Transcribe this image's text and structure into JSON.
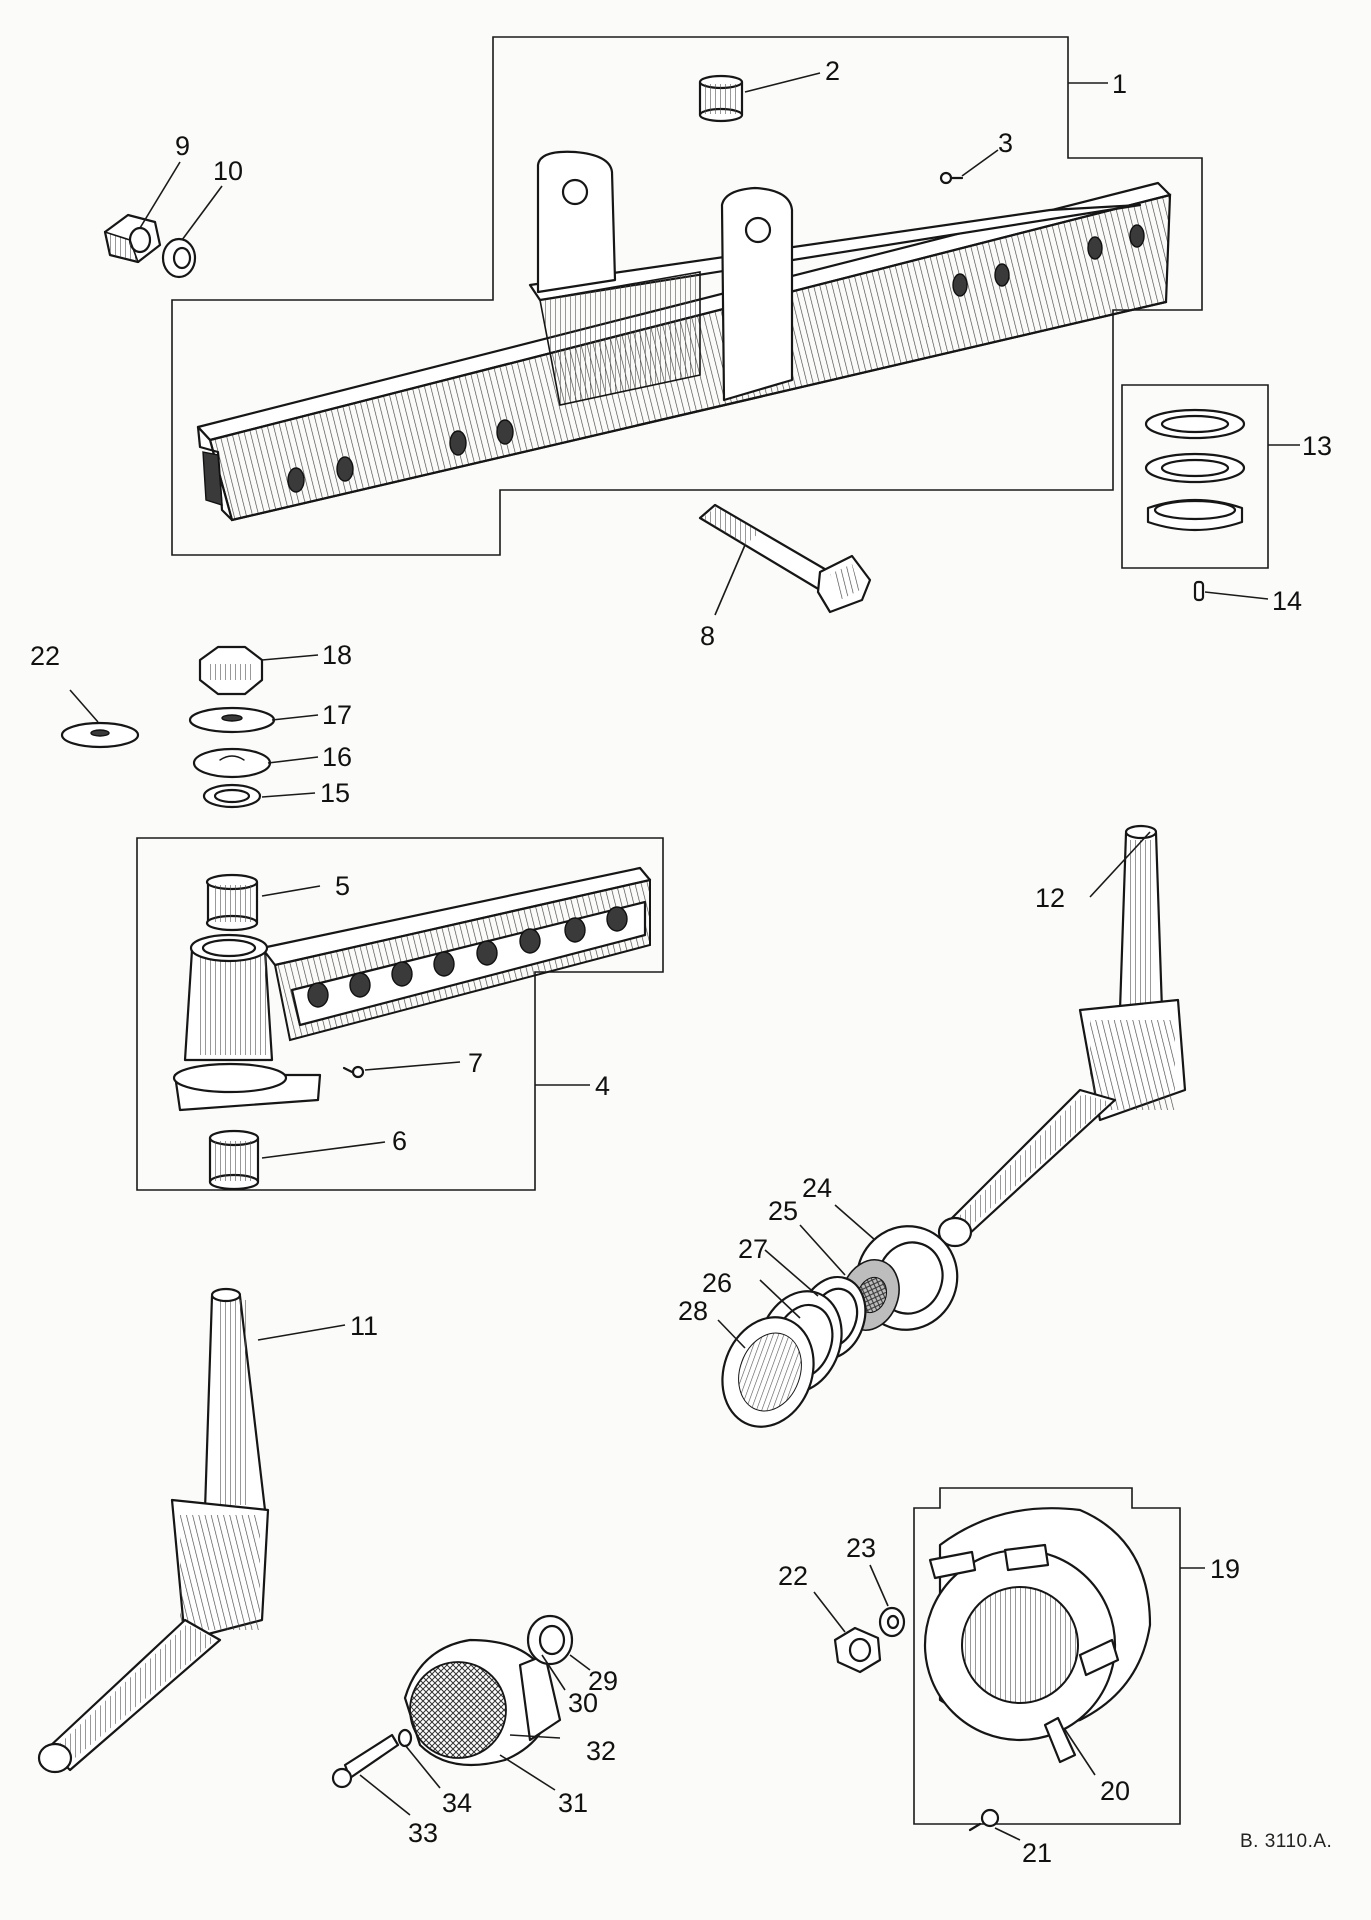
{
  "figure": {
    "reference": "B. 3110.A."
  },
  "callouts": [
    {
      "id": "1",
      "label": "1"
    },
    {
      "id": "2",
      "label": "2"
    },
    {
      "id": "3",
      "label": "3"
    },
    {
      "id": "4",
      "label": "4"
    },
    {
      "id": "5",
      "label": "5"
    },
    {
      "id": "6",
      "label": "6"
    },
    {
      "id": "7",
      "label": "7"
    },
    {
      "id": "8",
      "label": "8"
    },
    {
      "id": "9",
      "label": "9"
    },
    {
      "id": "10",
      "label": "10"
    },
    {
      "id": "11",
      "label": "11"
    },
    {
      "id": "12",
      "label": "12"
    },
    {
      "id": "13",
      "label": "13"
    },
    {
      "id": "14",
      "label": "14"
    },
    {
      "id": "15",
      "label": "15"
    },
    {
      "id": "16",
      "label": "16"
    },
    {
      "id": "17",
      "label": "17"
    },
    {
      "id": "18",
      "label": "18"
    },
    {
      "id": "19",
      "label": "19"
    },
    {
      "id": "20",
      "label": "20"
    },
    {
      "id": "21",
      "label": "21"
    },
    {
      "id": "22a",
      "label": "22"
    },
    {
      "id": "22b",
      "label": "22"
    },
    {
      "id": "23",
      "label": "23"
    },
    {
      "id": "24",
      "label": "24"
    },
    {
      "id": "25",
      "label": "25"
    },
    {
      "id": "26",
      "label": "26"
    },
    {
      "id": "27",
      "label": "27"
    },
    {
      "id": "28",
      "label": "28"
    },
    {
      "id": "29",
      "label": "29"
    },
    {
      "id": "30",
      "label": "30"
    },
    {
      "id": "31",
      "label": "31"
    },
    {
      "id": "32",
      "label": "32"
    },
    {
      "id": "33",
      "label": "33"
    },
    {
      "id": "34",
      "label": "34"
    }
  ],
  "icons": {
    "main-axle-beam": "axle-beam-illustration",
    "extension-beam": "extension-beam-illustration",
    "stub-axle": "stub-axle-illustration",
    "hub": "hub-illustration"
  }
}
